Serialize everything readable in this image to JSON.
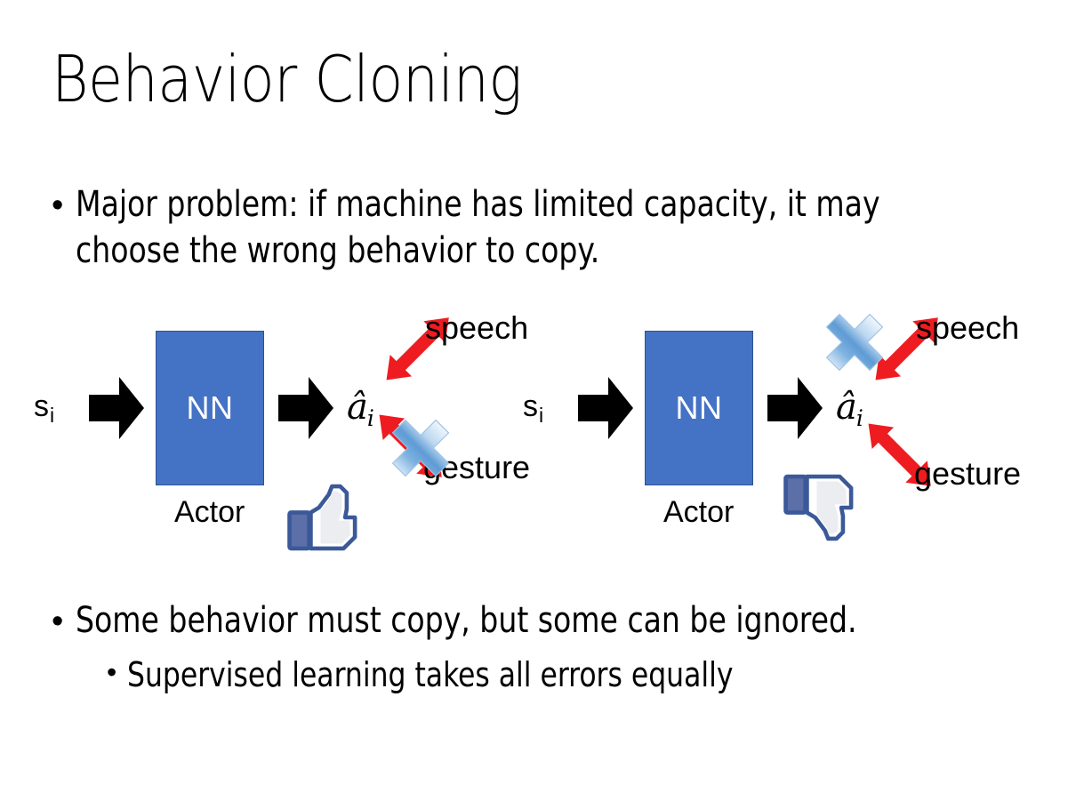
{
  "slide": {
    "title": "Behavior Cloning",
    "background_color": "#FFFFFF"
  },
  "bullets": [
    {
      "level": 1,
      "marker": "•",
      "text": "Major problem: if machine has limited capacity, it may choose the wrong behavior to copy."
    },
    {
      "level": 1,
      "marker": "•",
      "text": "Some behavior must copy, but some can be ignored."
    },
    {
      "level": 2,
      "marker": "•",
      "text": "Supervised learning takes all errors equally"
    }
  ],
  "diagrams": [
    {
      "id": "left",
      "state_label": "s",
      "state_subscript": "i",
      "nn_label": "NN",
      "actor_label": "Actor",
      "action_label": "â",
      "action_subscript": "i",
      "branches": [
        {
          "name": "speech",
          "label": "speech",
          "crossed_out": false
        },
        {
          "name": "gesture",
          "label": "gesture",
          "crossed_out": true
        }
      ],
      "feedback_icon": "thumbs-up-icon",
      "feedback_sentiment": "positive"
    },
    {
      "id": "right",
      "state_label": "s",
      "state_subscript": "i",
      "nn_label": "NN",
      "actor_label": "Actor",
      "action_label": "â",
      "action_subscript": "i",
      "branches": [
        {
          "name": "speech",
          "label": "speech",
          "crossed_out": true
        },
        {
          "name": "gesture",
          "label": "gesture",
          "crossed_out": false
        }
      ],
      "feedback_icon": "thumbs-down-icon",
      "feedback_sentiment": "negative"
    }
  ],
  "colors": {
    "nn_fill": "#4472C4",
    "nn_border": "#2F528F",
    "nn_text": "#FFFFFF",
    "arrow_black": "#000000",
    "arrow_red": "#EE1C20",
    "cross_blue_light": "#DCEAF8",
    "cross_blue_mid": "#6FA8DC",
    "cross_blue_dark": "#2E74B5",
    "thumb_outline": "#3B5998",
    "thumb_fill": "#FFFFFF",
    "thumb_cuff": "#5C6FA8",
    "text_black": "#000000"
  }
}
